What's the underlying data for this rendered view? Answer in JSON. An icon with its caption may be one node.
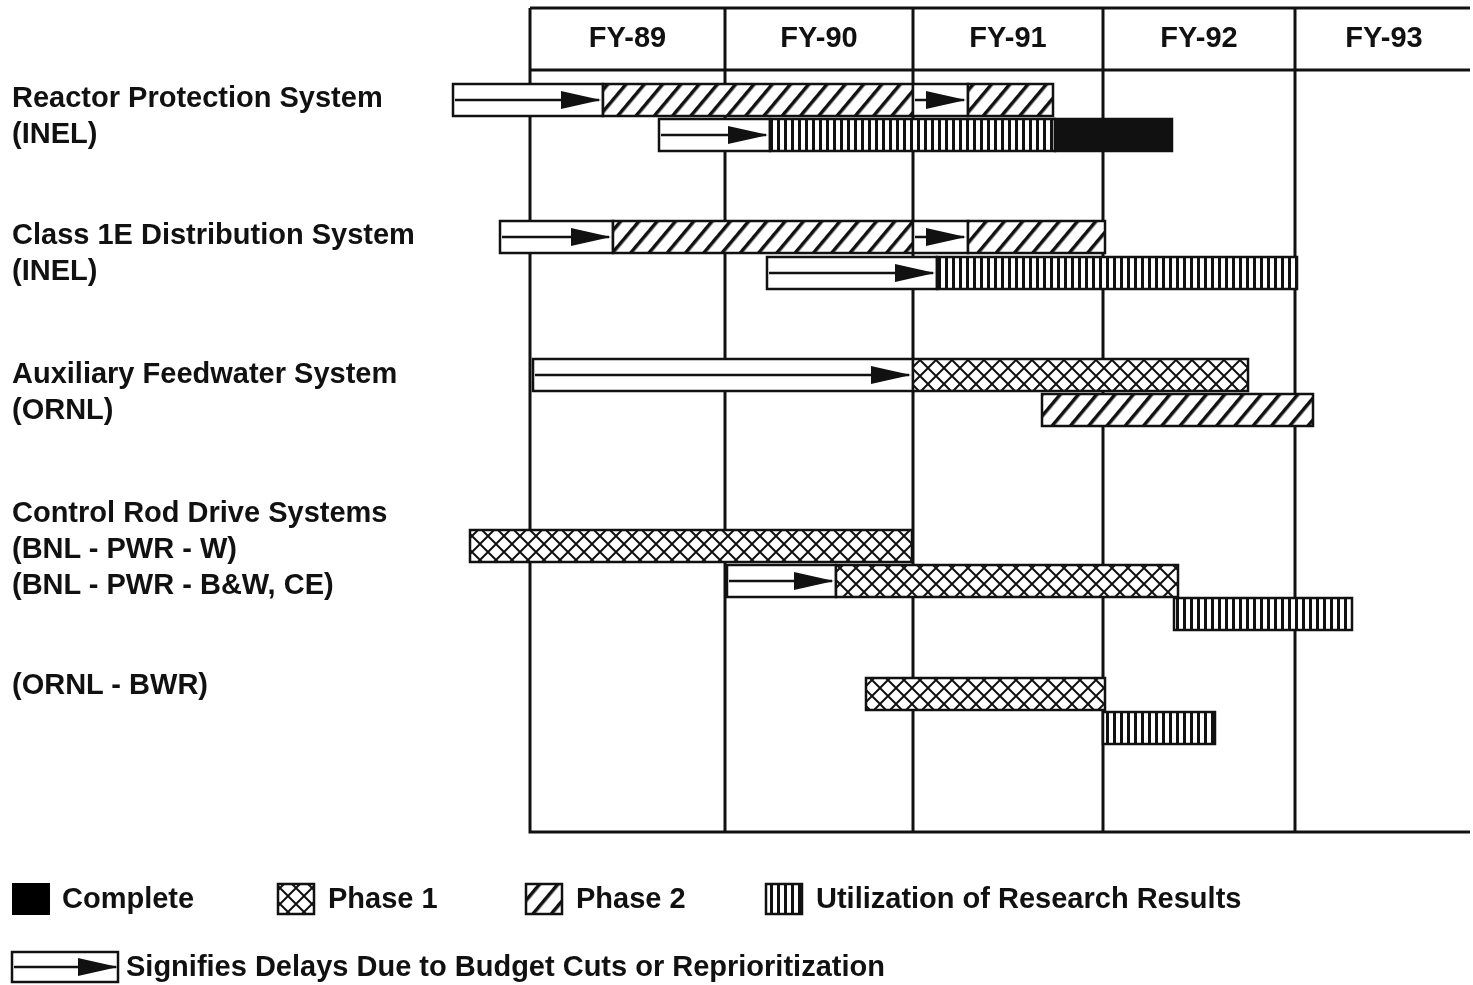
{
  "diagram": {
    "labels": [
      "FY-89",
      "FY-90",
      "FY-91",
      "FY-92",
      "FY-93",
      "Reactor Protection System",
      "(INEL)",
      "Class 1E Distribution System",
      "(INEL)",
      "Auxiliary Feedwater System",
      "(ORNL)",
      "Control Rod Drive Systems",
      "(BNL - PWR - W)",
      "(BNL - PWR - B&W, CE)",
      "(ORNL - BWR)"
    ],
    "legend": [
      {
        "text": "Complete",
        "color": "#000000"
      },
      {
        "text": "Phase 1"
      },
      {
        "text": "Phase 2"
      },
      {
        "text": "Utilization of Research Results"
      },
      {
        "text": "Signifies Delays Due to Budget Cuts or Reprioritization"
      }
    ]
  }
}
